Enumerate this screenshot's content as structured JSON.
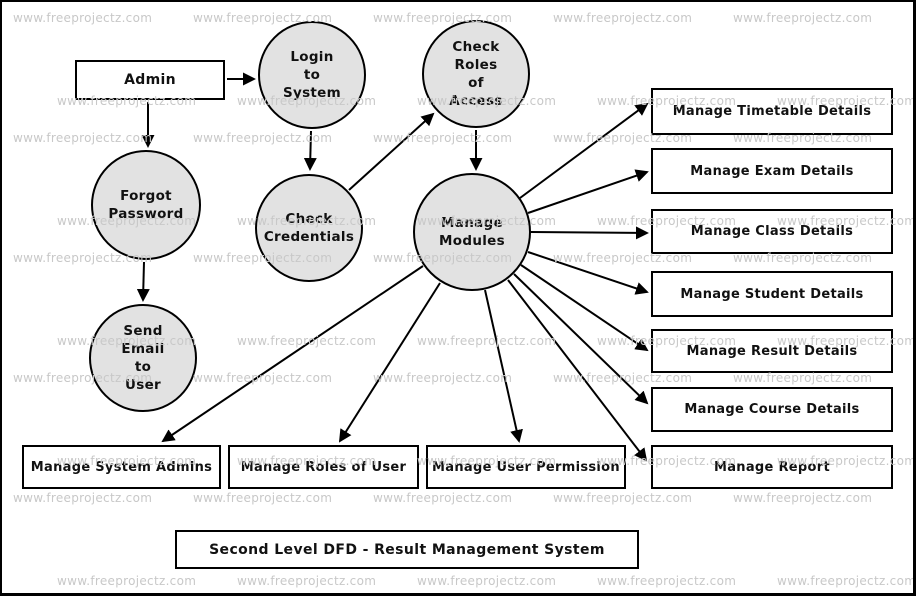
{
  "watermark": {
    "text": "www.freeprojectz.com"
  },
  "title": "Second Level DFD - Result Management System",
  "entities": {
    "admin": "Admin"
  },
  "processes": {
    "login": "Login\nto\nSystem",
    "check_roles": "Check\nRoles\nof\nAccess",
    "forgot_password": "Forgot\nPassword",
    "check_credentials": "Check\nCredentials",
    "manage_modules": "Manage\nModules",
    "send_email": "Send\nEmail\nto\nUser"
  },
  "stores": {
    "timetable": "Manage Timetable Details",
    "exam": "Manage Exam Details",
    "class": "Manage Class Details",
    "student": "Manage Student Details",
    "result": "Manage Result Details",
    "course": "Manage Course Details",
    "report": "Manage Report",
    "system_admins": "Manage System Admins",
    "roles_of_user": "Manage Roles of User",
    "user_permission": "Manage User Permission"
  },
  "flows": [
    {
      "from": "admin",
      "to": "login"
    },
    {
      "from": "admin",
      "to": "forgot_password"
    },
    {
      "from": "login",
      "to": "check_credentials"
    },
    {
      "from": "forgot_password",
      "to": "send_email"
    },
    {
      "from": "check_credentials",
      "to": "check_roles"
    },
    {
      "from": "check_roles",
      "to": "manage_modules"
    },
    {
      "from": "manage_modules",
      "to": "timetable"
    },
    {
      "from": "manage_modules",
      "to": "exam"
    },
    {
      "from": "manage_modules",
      "to": "class"
    },
    {
      "from": "manage_modules",
      "to": "student"
    },
    {
      "from": "manage_modules",
      "to": "result"
    },
    {
      "from": "manage_modules",
      "to": "course"
    },
    {
      "from": "manage_modules",
      "to": "report"
    },
    {
      "from": "manage_modules",
      "to": "user_permission"
    },
    {
      "from": "manage_modules",
      "to": "roles_of_user"
    },
    {
      "from": "manage_modules",
      "to": "system_admins"
    }
  ],
  "colors": {
    "process_fill": "#e2e2e2",
    "line": "#000000",
    "watermark": "#c8c8c8"
  }
}
